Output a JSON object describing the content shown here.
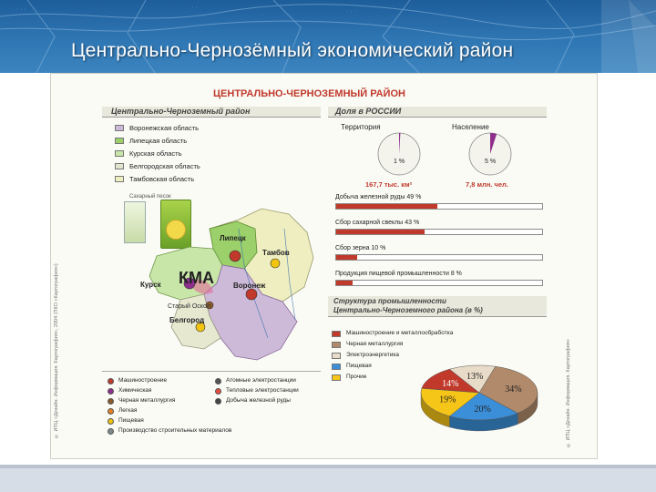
{
  "slide_title": "Центрально-Чернозёмный экономический район",
  "poster": {
    "main_title": "ЦЕНТРАЛЬНО-ЧЕРНОЗЕМНЫЙ РАЙОН",
    "region_section_title": "Центрально-Черноземный район",
    "share_section_title": "Доля в РОССИИ",
    "oblasts": [
      {
        "label": "Воронежская область",
        "color": "#cdbad8"
      },
      {
        "label": "Липецкая область",
        "color": "#9bd06a"
      },
      {
        "label": "Курская область",
        "color": "#c8e6a8"
      },
      {
        "label": "Белгородская область",
        "color": "#e0e4cc"
      },
      {
        "label": "Тамбовская область",
        "color": "#eeeec0"
      }
    ],
    "territory": {
      "label": "Территория",
      "percent_text": "1 %",
      "value_text": "167,7 тыс. км²"
    },
    "population": {
      "label": "Население",
      "percent_text": "5 %",
      "value_text": "7,8 млн. чел."
    },
    "share_bars": [
      {
        "label": "Добыча железной руды 49 %",
        "value": 49
      },
      {
        "label": "Сбор сахарной свеклы 43 %",
        "value": 43
      },
      {
        "label": "Сбор зерна 10 %",
        "value": 10
      },
      {
        "label": "Продукция пищевой промышленности 8 %",
        "value": 8
      }
    ],
    "map": {
      "kma": "КМА",
      "cities": {
        "lipetsk": "Липецк",
        "tambov": "Тамбов",
        "kursk": "Курск",
        "voronezh": "Воронеж",
        "stary_oskol": "Старый Оскол",
        "belgorod": "Белгород"
      },
      "product_label": "Сахарный песок"
    },
    "map_legend": [
      {
        "label": "Машиностроение",
        "color": "#c0392b"
      },
      {
        "label": "Химическая",
        "color": "#8e2f8e"
      },
      {
        "label": "Черная металлургия",
        "color": "#8b5a2b"
      },
      {
        "label": "Легкая",
        "color": "#e67e22"
      },
      {
        "label": "Пищевая",
        "color": "#f1c40f"
      },
      {
        "label": "Производство строительных материалов",
        "color": "#7f8c8d"
      },
      {
        "label": "Атомные электростанции",
        "color": "#555555"
      },
      {
        "label": "Тепловые электростанции",
        "color": "#e74c3c"
      },
      {
        "label": "Добыча железной руды",
        "color": "#444444"
      }
    ],
    "structure": {
      "title_line1": "Структура промышленности",
      "title_line2": "Центрально-Черноземного района (в %)",
      "legend": [
        {
          "label": "Машиностроение и металлообработка",
          "color": "#c0392b"
        },
        {
          "label": "Черная металлургия",
          "color": "#b08a6a"
        },
        {
          "label": "Электроэнергетика",
          "color": "#e8dcc8"
        },
        {
          "label": "Пищевая",
          "color": "#3b8fd9"
        },
        {
          "label": "Прочие",
          "color": "#f5c518"
        }
      ]
    },
    "side_text_left": "© ИПЦ «Дизайн. Информация. Картография», 2004 (ПКО «Картография»)",
    "side_text_right": "© ИПЦ «Дизайн. Информация. Картография»"
  },
  "chart_data": {
    "type": "pie",
    "title": "Структура промышленности Центрально-Черноземного района (в %)",
    "categories": [
      "Машиностроение и металлообработка",
      "Черная металлургия",
      "Электроэнергетика",
      "Пищевая",
      "Прочие"
    ],
    "values": [
      14,
      34,
      13,
      20,
      19
    ],
    "value_labels": [
      "14%",
      "34%",
      "13%",
      "20%",
      "19%"
    ],
    "colors": [
      "#c0392b",
      "#b08a6a",
      "#e8dcc8",
      "#3b8fd9",
      "#f5c518"
    ]
  }
}
